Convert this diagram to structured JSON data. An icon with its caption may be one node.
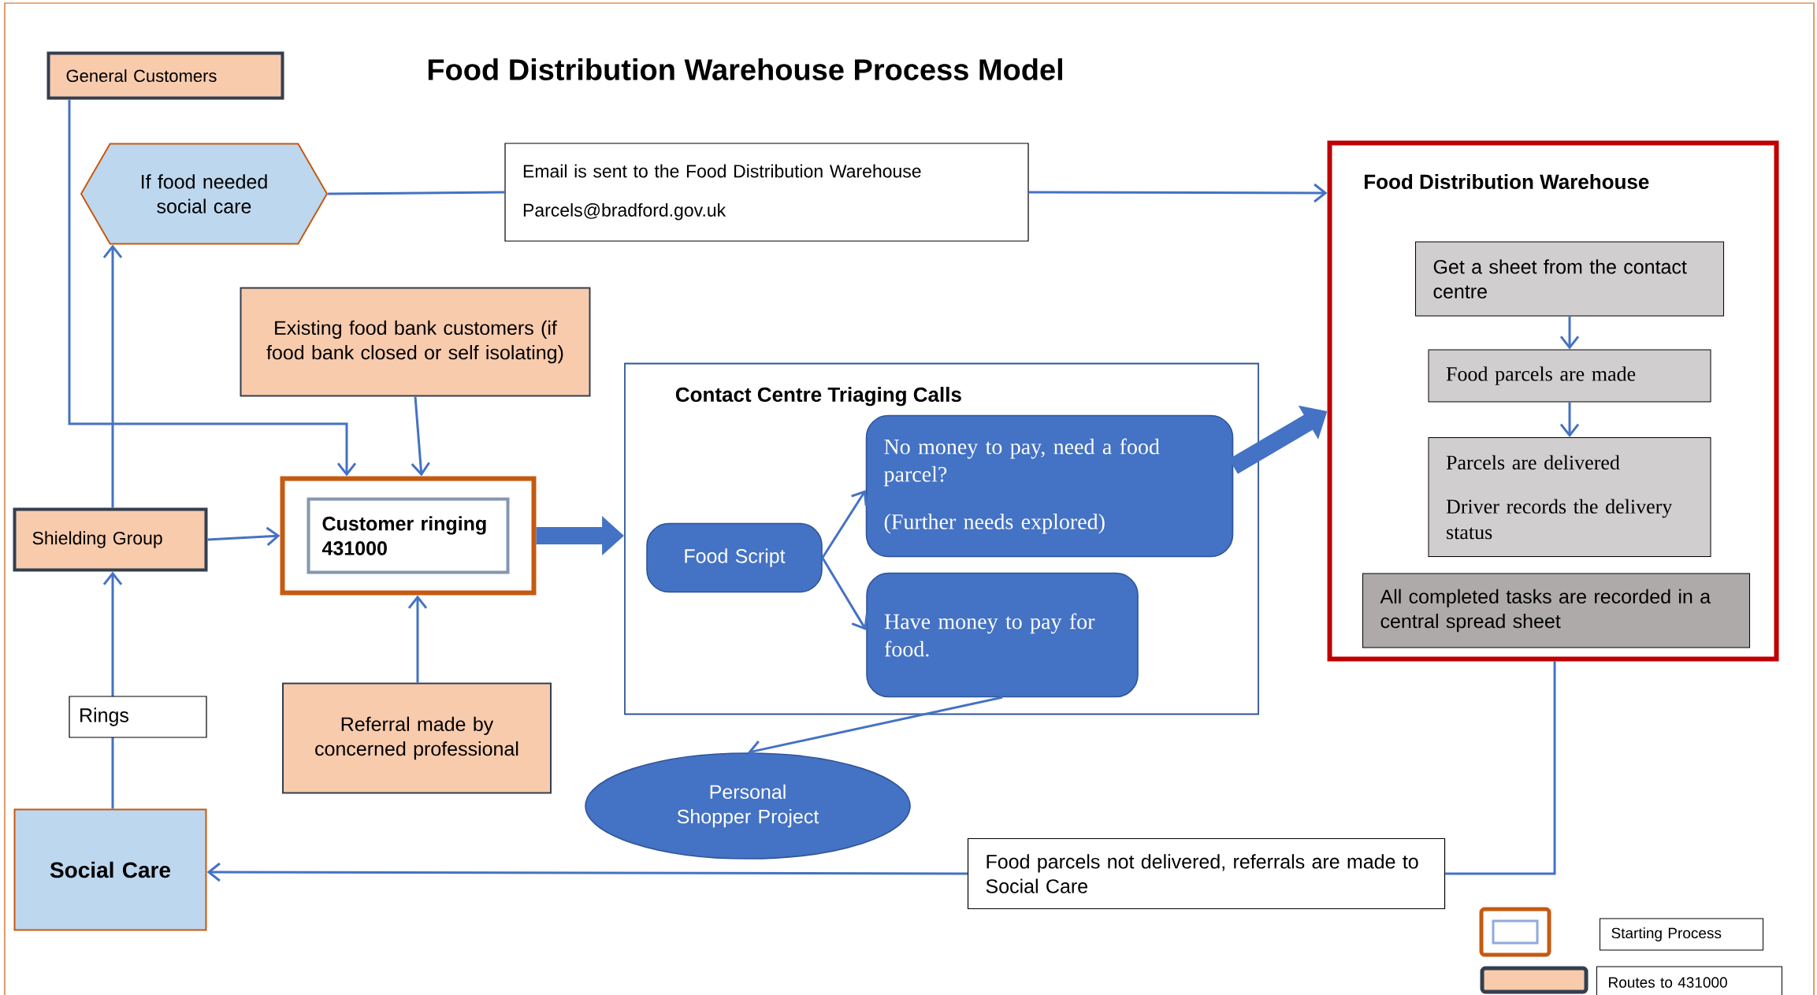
{
  "diagram": {
    "title": "Food Distribution Warehouse Process Model",
    "nodes": [
      {
        "text": [
          "General Customers"
        ]
      },
      {
        "text": [
          "If food needed social care"
        ]
      },
      {
        "text": [
          "Email is sent to the Food Distribution Warehouse",
          "Parcels@bradford.gov.uk"
        ]
      },
      {
        "text": [
          "Food Distribution Warehouse"
        ]
      },
      {
        "text": [
          "Get a sheet from the contact centre"
        ],
        "in": 3
      },
      {
        "text": [
          "Food parcels are made"
        ],
        "in": 3
      },
      {
        "text": [
          "Parcels are delivered",
          "Driver records the delivery status"
        ],
        "in": 3
      },
      {
        "text": [
          "All completed tasks are recorded in a central spread sheet"
        ],
        "in": 3
      },
      {
        "text": [
          "Existing food bank customers (if food bank closed or self isolating)"
        ]
      },
      {
        "text": [
          "Contact Centre Triaging Calls"
        ]
      },
      {
        "text": [
          "No money to pay, need a food parcel?",
          "(Further needs explored)"
        ],
        "in": 9
      },
      {
        "text": [
          "Food Script"
        ],
        "in": 9
      },
      {
        "text": [
          "Have money to pay for food."
        ],
        "in": 9
      },
      {
        "text": [
          "Shielding Group"
        ]
      },
      {
        "text": [
          "Customer ringing 431000"
        ]
      },
      {
        "text": [
          "Referral made by concerned professional"
        ]
      },
      {
        "text": [
          "Personal Shopper Project"
        ]
      },
      {
        "text": [
          "Social Care"
        ]
      },
      {
        "text": [
          "Food parcels not delivered, referrals are made to Social Care"
        ]
      }
    ],
    "edges": [
      {
        "from": 0,
        "to": 14,
        "arrow": "to"
      },
      {
        "from": 13,
        "to": 1,
        "arrow": "to"
      },
      {
        "from": 1,
        "to": 2,
        "arrow": "none"
      },
      {
        "from": 2,
        "to": 3,
        "arrow": "to"
      },
      {
        "from": 8,
        "to": 14,
        "arrow": "to"
      },
      {
        "from": 13,
        "to": 14,
        "arrow": "to"
      },
      {
        "from": 15,
        "to": 14,
        "arrow": "to"
      },
      {
        "from": 14,
        "to": 9,
        "arrow": "to",
        "style": "thick"
      },
      {
        "from": 11,
        "to": 10,
        "arrow": "to"
      },
      {
        "from": 11,
        "to": 12,
        "arrow": "to"
      },
      {
        "from": 10,
        "to": 3,
        "arrow": "to",
        "style": "thick"
      },
      {
        "from": 12,
        "to": 16,
        "arrow": "to"
      },
      {
        "from": 4,
        "to": 5,
        "arrow": "to"
      },
      {
        "from": 5,
        "to": 6,
        "arrow": "to"
      },
      {
        "from": 3,
        "to": 18,
        "arrow": "none"
      },
      {
        "from": 18,
        "to": 17,
        "arrow": "to"
      },
      {
        "from": 17,
        "to": 13,
        "arrow": "to",
        "label": "Rings"
      }
    ],
    "legend": [
      {
        "text": "Starting Process"
      },
      {
        "text": "Routes to 431000"
      }
    ]
  }
}
